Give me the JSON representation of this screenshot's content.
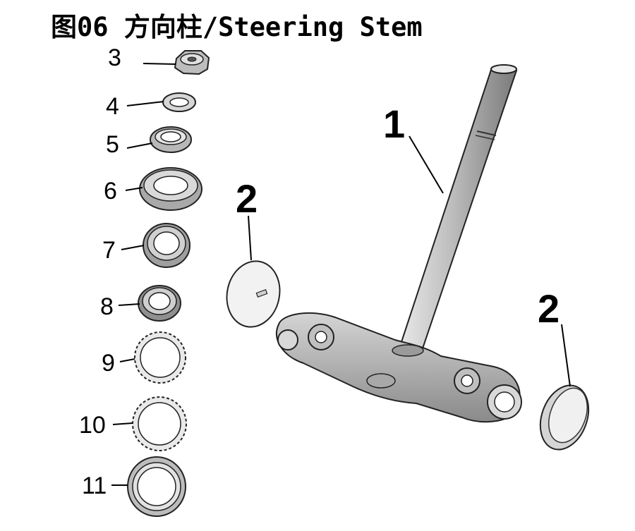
{
  "title": "图06 方向柱/Steering Stem",
  "callouts": [
    {
      "id": "stem",
      "number": "1"
    },
    {
      "id": "plug-left",
      "number": "2"
    },
    {
      "id": "plug-right",
      "number": "2"
    },
    {
      "id": "nut",
      "number": "3"
    },
    {
      "id": "washer",
      "number": "4"
    },
    {
      "id": "lock-nut",
      "number": "5"
    },
    {
      "id": "dust-seal",
      "number": "6"
    },
    {
      "id": "race-upper-outer",
      "number": "7"
    },
    {
      "id": "race-upper-inner",
      "number": "8"
    },
    {
      "id": "ball-bearing-upper",
      "number": "9"
    },
    {
      "id": "ball-bearing-lower",
      "number": "10"
    },
    {
      "id": "race-lower",
      "number": "11"
    }
  ]
}
